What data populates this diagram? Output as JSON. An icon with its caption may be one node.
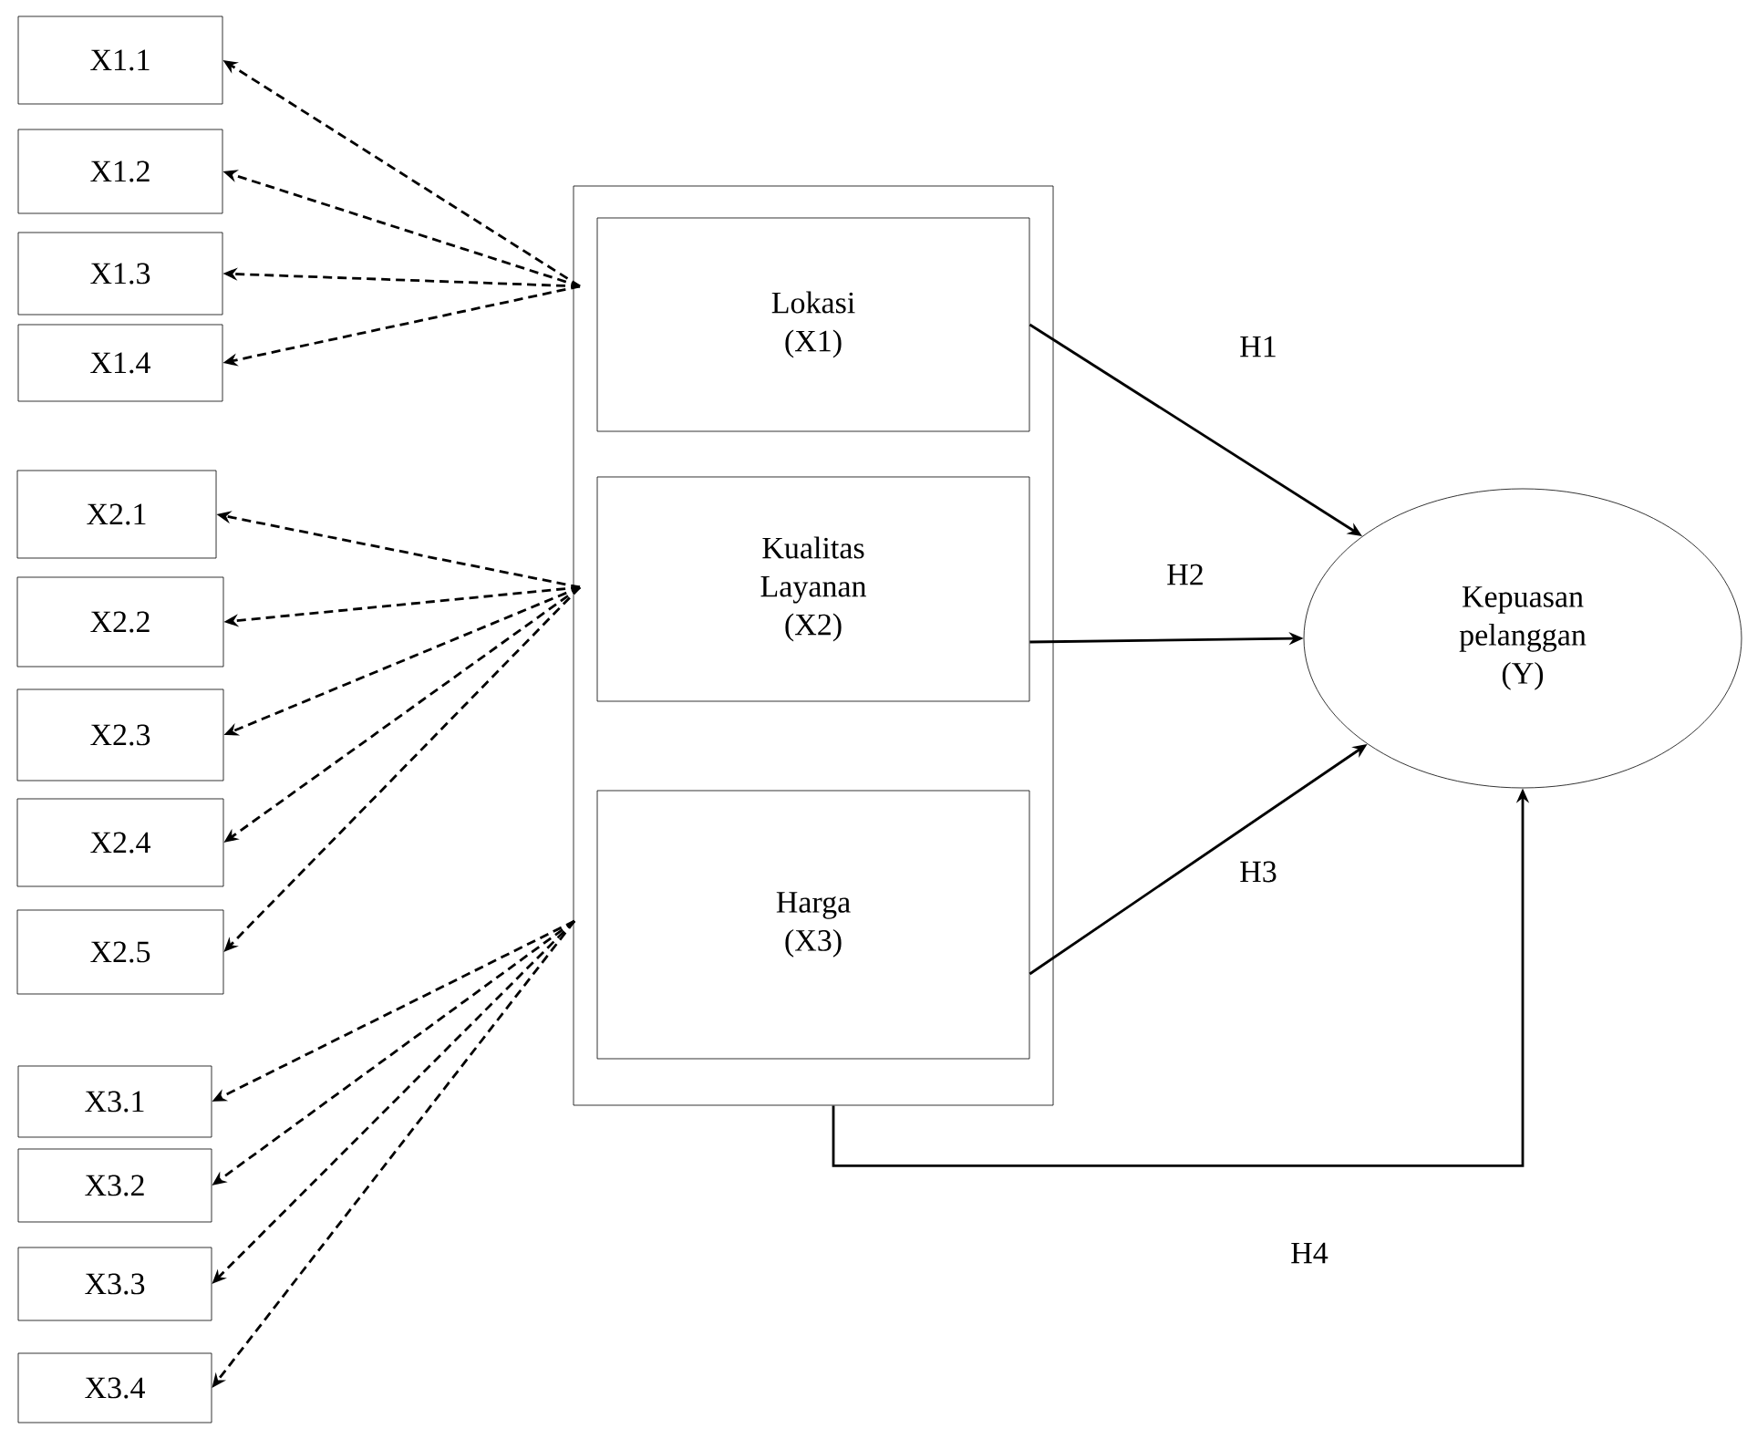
{
  "diagram": {
    "nodes": [
      {
        "text": [],
        "shape": "box"
      },
      {
        "text": [
          "Lokasi (X1)"
        ],
        "in": 0
      },
      {
        "text": [
          "Kualitas Layanan (X2)"
        ],
        "in": 0
      },
      {
        "text": [
          "Harga (X3)"
        ],
        "in": 0
      },
      {
        "text": [
          "Kepuasan pelanggan (Y)"
        ]
      },
      {
        "text": [
          "X1.1"
        ]
      },
      {
        "text": [
          "X1.2"
        ]
      },
      {
        "text": [
          "X1.3"
        ]
      },
      {
        "text": [
          "X1.4"
        ]
      },
      {
        "text": [
          "X2.1"
        ]
      },
      {
        "text": [
          "X2.2"
        ]
      },
      {
        "text": [
          "X2.3"
        ]
      },
      {
        "text": [
          "X2.4"
        ]
      },
      {
        "text": [
          "X2.5"
        ]
      },
      {
        "text": [
          "X3.1"
        ]
      },
      {
        "text": [
          "X3.2"
        ]
      },
      {
        "text": [
          "X3.3"
        ]
      },
      {
        "text": [
          "X3.4"
        ]
      }
    ],
    "edges": [
      {
        "from": 1,
        "to": 5,
        "arrow": "to",
        "style": "dashed"
      },
      {
        "from": 1,
        "to": 6,
        "arrow": "to",
        "style": "dashed"
      },
      {
        "from": 1,
        "to": 7,
        "arrow": "to",
        "style": "dashed"
      },
      {
        "from": 1,
        "to": 8,
        "arrow": "to",
        "style": "dashed"
      },
      {
        "from": 2,
        "to": 9,
        "arrow": "to",
        "style": "dashed"
      },
      {
        "from": 2,
        "to": 10,
        "arrow": "to",
        "style": "dashed"
      },
      {
        "from": 2,
        "to": 11,
        "arrow": "to",
        "style": "dashed"
      },
      {
        "from": 2,
        "to": 12,
        "arrow": "to",
        "style": "dashed"
      },
      {
        "from": 2,
        "to": 13,
        "arrow": "to",
        "style": "dashed"
      },
      {
        "from": 3,
        "to": 14,
        "arrow": "to",
        "style": "dashed"
      },
      {
        "from": 3,
        "to": 15,
        "arrow": "to",
        "style": "dashed"
      },
      {
        "from": 3,
        "to": 16,
        "arrow": "to",
        "style": "dashed"
      },
      {
        "from": 3,
        "to": 17,
        "arrow": "to",
        "style": "dashed"
      },
      {
        "from": 1,
        "to": 4,
        "arrow": "to",
        "label": "H1"
      },
      {
        "from": 2,
        "to": 4,
        "arrow": "to",
        "label": "H2"
      },
      {
        "from": 3,
        "to": 4,
        "arrow": "to",
        "label": "H3"
      },
      {
        "from": 0,
        "to": 4,
        "arrow": "to",
        "label": "H4"
      }
    ]
  }
}
